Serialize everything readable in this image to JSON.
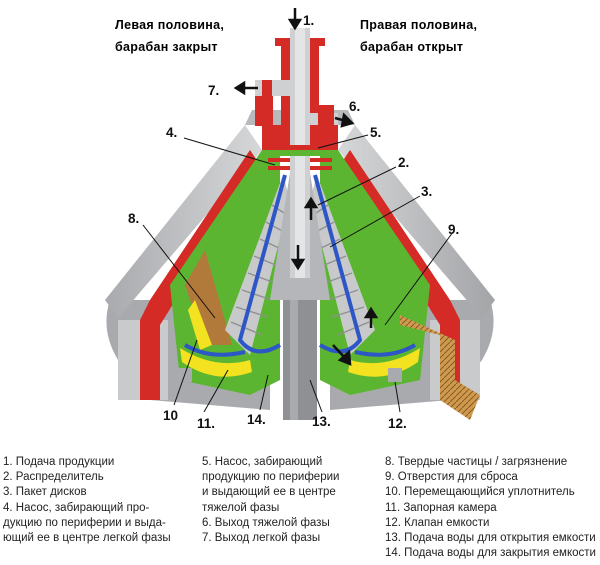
{
  "headers": {
    "left": [
      "Левая половина,",
      "барабан закрыт"
    ],
    "right": [
      "Правая половина,",
      "барабан открыт"
    ]
  },
  "callouts": [
    "1.",
    "2.",
    "3.",
    "4.",
    "5.",
    "6.",
    "7.",
    "8.",
    "9.",
    "10",
    "11.",
    "12.",
    "13.",
    "14."
  ],
  "legend": {
    "col1": [
      "1. Подача продукции",
      "2. Распределитель",
      "3. Пакет дисков",
      "4. Насос, забирающий про-\nдукцию по периферии и выда-\nющий ее в центре легкой фазы"
    ],
    "col2": [
      "5. Насос, забирающий\nпродукцию по периферии\nи выдающий ее в центре\nтяжелой фазы",
      "6. Выход тяжелой фазы",
      "7. Выход легкой фазы"
    ],
    "col3": [
      "8. Твердые частицы / загрязнение",
      "9. Отверстия для сброса",
      "10. Перемещающийся уплотнитель",
      "11. Запорная камера",
      "12. Клапан емкости",
      "13. Подача воды для открытия емкости",
      "14. Подача воды для закрытия емкости"
    ]
  },
  "colors": {
    "red": "#d42b27",
    "green": "#5cb531",
    "gray": "#bfc0c2",
    "darkgray": "#8e9093",
    "yellow": "#f2e21f",
    "blue": "#2d56c6",
    "brown": "#b27a3a",
    "tan": "#cf9a4e"
  }
}
